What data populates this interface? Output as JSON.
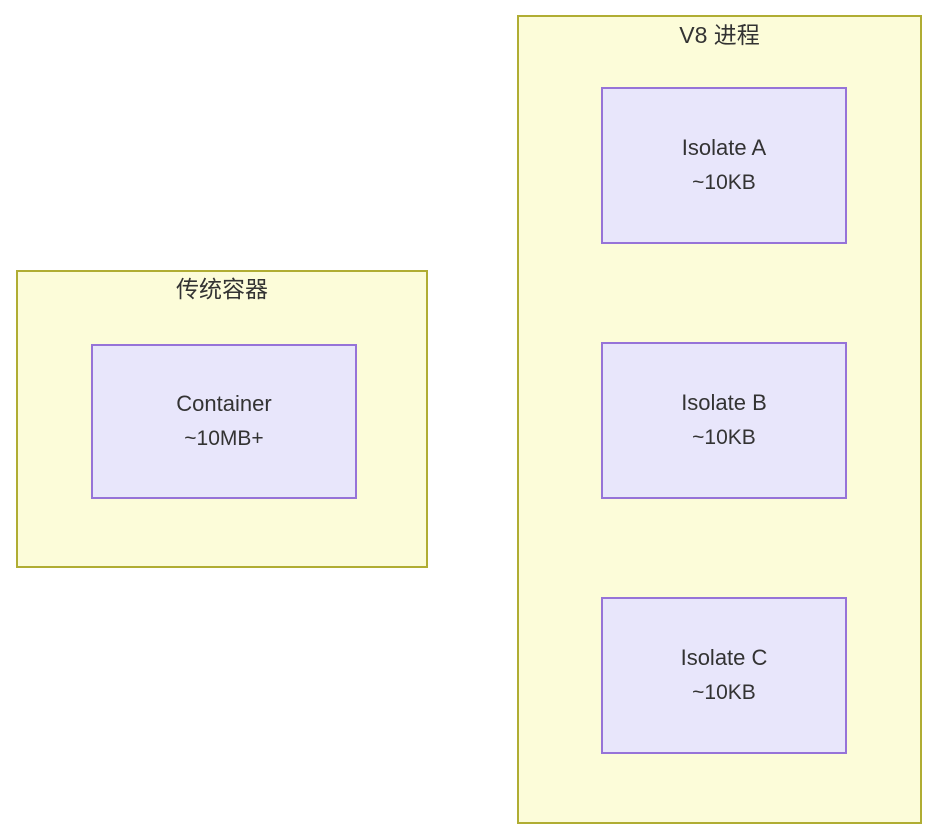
{
  "diagram": {
    "type": "comparison-diagram",
    "colors": {
      "group_fill": "#fcfcd9",
      "group_border": "#b0ad33",
      "unit_fill": "#e8e6fb",
      "unit_border": "#9673d8",
      "text": "#333333",
      "background": "#ffffff"
    },
    "groups": [
      {
        "id": "legacy",
        "title": "传统容器",
        "units": [
          {
            "id": "container",
            "name": "Container",
            "size": "~10MB+"
          }
        ]
      },
      {
        "id": "v8",
        "title": "V8 进程",
        "units": [
          {
            "id": "isolate-a",
            "name": "Isolate A",
            "size": "~10KB"
          },
          {
            "id": "isolate-b",
            "name": "Isolate B",
            "size": "~10KB"
          },
          {
            "id": "isolate-c",
            "name": "Isolate C",
            "size": "~10KB"
          }
        ]
      }
    ]
  }
}
